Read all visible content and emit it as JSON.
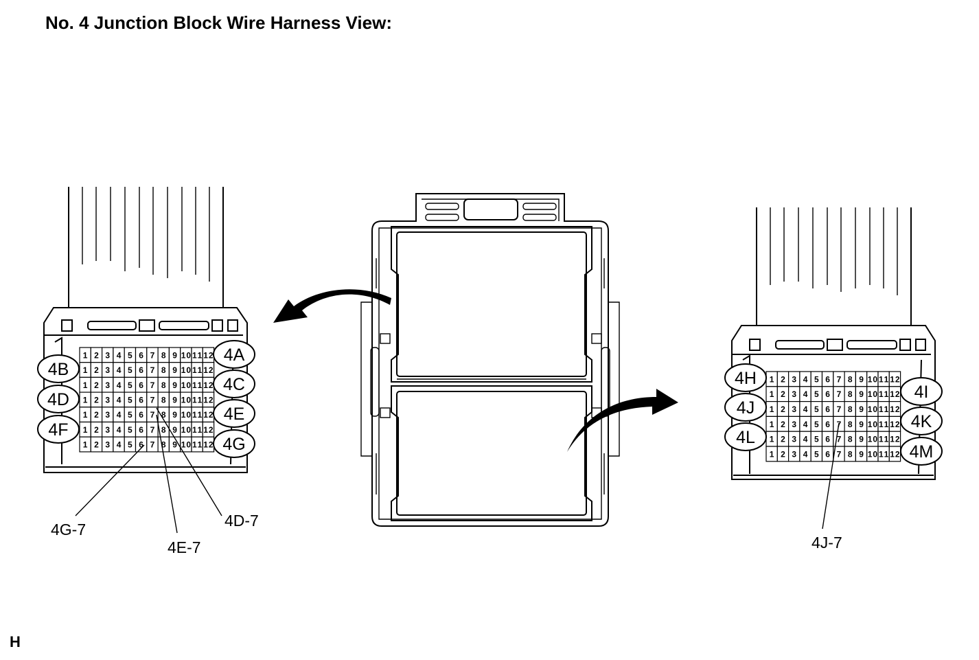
{
  "title": "No. 4 Junction Block Wire Harness View:",
  "footer_code": "H",
  "pin_numbers": [
    "1",
    "2",
    "3",
    "4",
    "5",
    "6",
    "7",
    "8",
    "9",
    "10",
    "11",
    "12"
  ],
  "left_connector": {
    "left_labels": [
      "4B",
      "4D",
      "4F"
    ],
    "right_labels": [
      "4A",
      "4C",
      "4E",
      "4G"
    ],
    "callouts": [
      "4G-7",
      "4E-7",
      "4D-7"
    ]
  },
  "right_connector": {
    "left_labels": [
      "4H",
      "4J",
      "4L"
    ],
    "right_labels": [
      "4I",
      "4K",
      "4M"
    ],
    "callouts": [
      "4J-7"
    ]
  },
  "colors": {
    "line": "#000000",
    "background": "#ffffff"
  }
}
